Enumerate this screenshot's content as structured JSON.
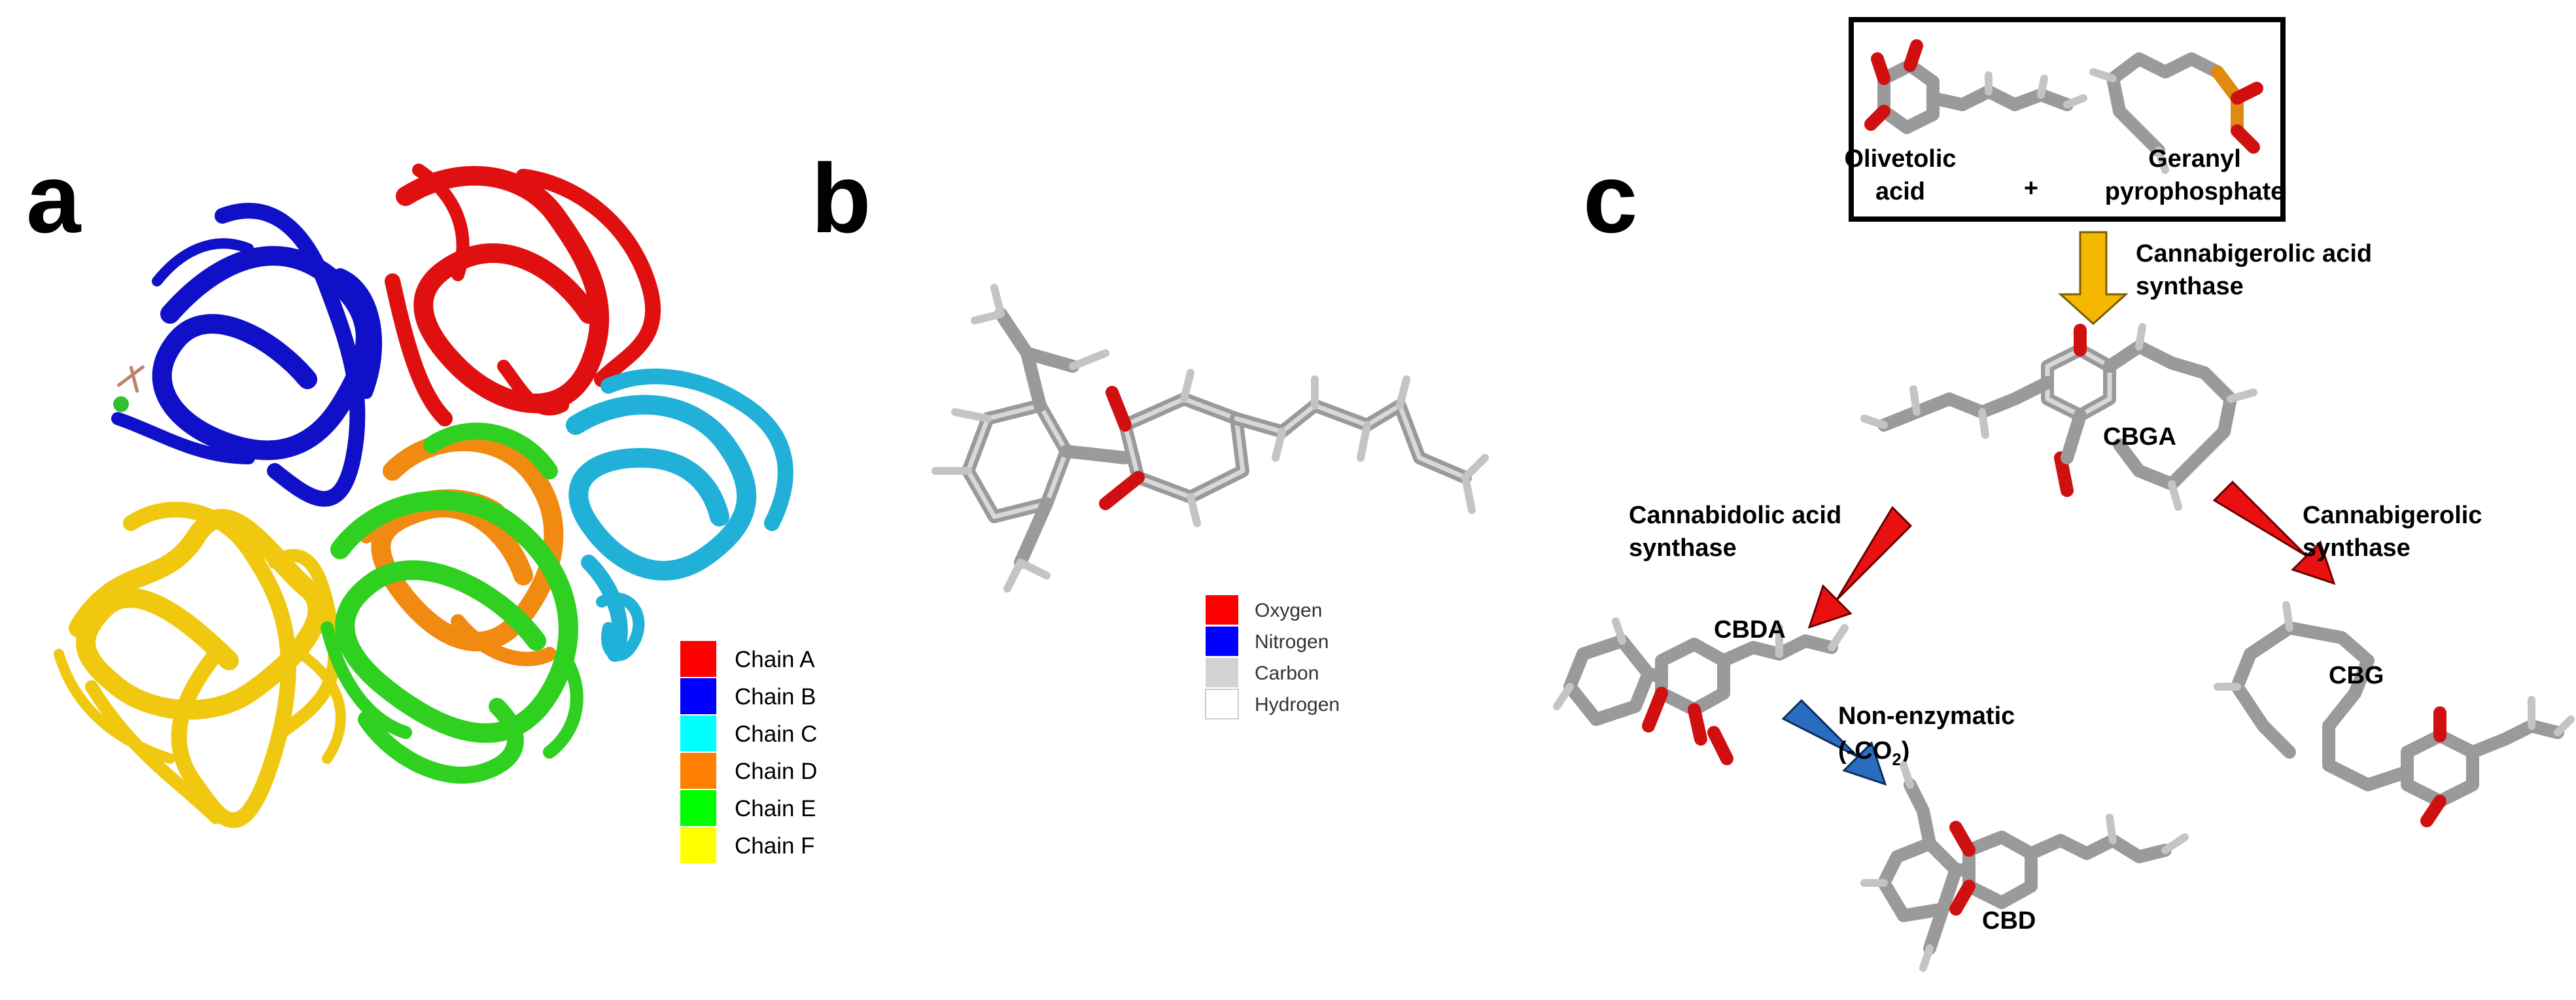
{
  "panels": {
    "a": {
      "letter": "a",
      "legend": [
        {
          "label": "Chain A",
          "color": "#ff0000"
        },
        {
          "label": "Chain B",
          "color": "#0000ff"
        },
        {
          "label": "Chain C",
          "color": "#00ffff"
        },
        {
          "label": "Chain D",
          "color": "#ff7f00"
        },
        {
          "label": "Chain E",
          "color": "#00ff00"
        },
        {
          "label": "Chain F",
          "color": "#ffff00"
        }
      ],
      "chain_render_colors": [
        "#e01010",
        "#1010c8",
        "#20b0d8",
        "#f08a10",
        "#30d020",
        "#f0c810"
      ]
    },
    "b": {
      "letter": "b",
      "legend": [
        {
          "label": "Oxygen",
          "color": "#ff0000"
        },
        {
          "label": "Nitrogen",
          "color": "#0000ff"
        },
        {
          "label": "Carbon",
          "color": "#d3d3d3"
        },
        {
          "label": "Hydrogen",
          "color": "#ffffff"
        }
      ]
    },
    "c": {
      "letter": "c",
      "substrate_1": [
        "Olivetolic",
        "acid"
      ],
      "plus": "+",
      "substrate_2": [
        "Geranyl",
        "pyrophosphate"
      ],
      "enzyme_top": [
        "Cannabigerolic acid",
        "synthase"
      ],
      "enzyme_left": [
        "Cannabidolic acid",
        "synthase"
      ],
      "enzyme_right": [
        "Cannabigerolic",
        "synthase"
      ],
      "non_enzymatic": [
        "Non-enzymatic",
        "(-CO",
        "2",
        ")"
      ],
      "molecules": {
        "cbga": "CBGA",
        "cbda": "CBDA",
        "cbg": "CBG",
        "cbd": "CBD"
      },
      "arrow_colors": {
        "top": "#f5b800",
        "red": "#e81010",
        "blue": "#2a6cc0"
      }
    }
  }
}
